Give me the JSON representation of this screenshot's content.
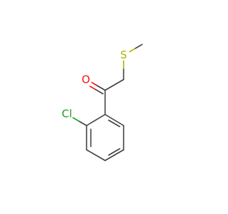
{
  "molecule": {
    "atoms": {
      "oxygen": {
        "label": "O",
        "color": "#ff0d0d"
      },
      "sulfur": {
        "label": "S",
        "color": "#b2b200"
      },
      "chlorine": {
        "label": "Cl",
        "color": "#1fa01f"
      }
    },
    "bond_color": "#404040"
  }
}
